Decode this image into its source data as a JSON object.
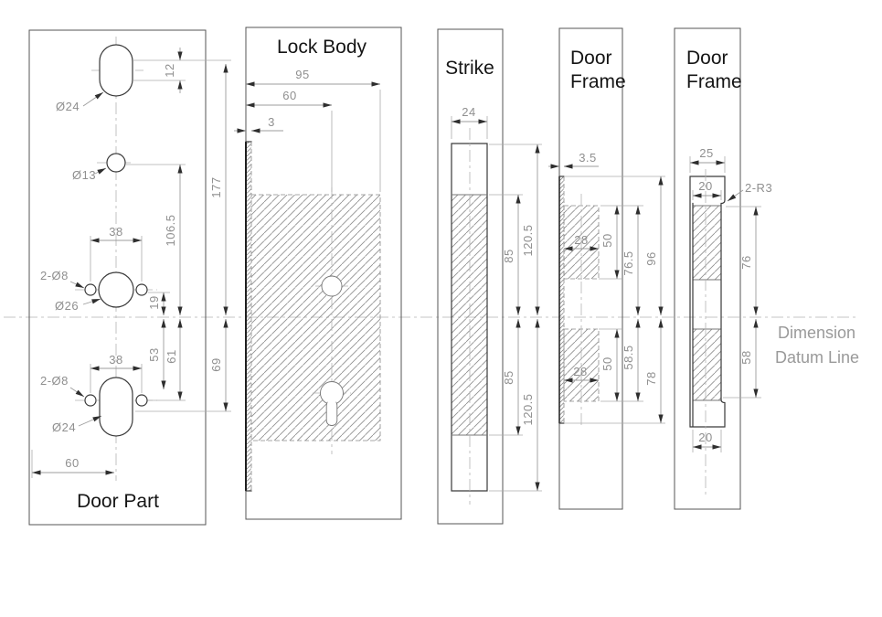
{
  "drawing_title": "Lock installation dimension drawing",
  "colors": {
    "background": "#ffffff",
    "part_outline": "#3a3a3a",
    "dimension_line": "#9c9c9c",
    "dimension_text": "#8f8f8f",
    "title_text": "#151515",
    "datum_text": "#9a9a9a"
  },
  "door_part": {
    "title": "Door Part",
    "phi24_top": "Ø24",
    "phi13": "Ø13",
    "phi26": "Ø26",
    "phi8_top": "2-Ø8",
    "phi8_bot": "2-Ø8",
    "phi24_bot": "Ø24",
    "d12": "12",
    "d177": "177",
    "d106_5": "106.5",
    "d38_top": "38",
    "d19": "19",
    "d53": "53",
    "d61": "61",
    "d69": "69",
    "d38_bot": "38",
    "d60": "60"
  },
  "lock_body": {
    "title": "Lock Body",
    "d95": "95",
    "d60": "60",
    "d3": "3"
  },
  "strike": {
    "title": "Strike",
    "d24": "24",
    "d85_top": "85",
    "d120_top": "120.5",
    "d85_bot": "85",
    "d120_bot": "120.5"
  },
  "door_frame_mid": {
    "title1": "Door",
    "title2": "Frame",
    "d3_5": "3.5",
    "d28_top": "28",
    "d50_top": "50",
    "d76_5": "76.5",
    "d96": "96",
    "d28_bot": "28",
    "d50_bot": "50",
    "d58_5": "58.5",
    "d78": "78"
  },
  "door_frame_right": {
    "title1": "Door",
    "title2": "Frame",
    "d25": "25",
    "d20_top": "20",
    "r3": "2-R3",
    "d76": "76",
    "d58": "58",
    "d20_bot": "20"
  },
  "datum": {
    "label1": "Dimension",
    "label2": "Datum Line"
  }
}
